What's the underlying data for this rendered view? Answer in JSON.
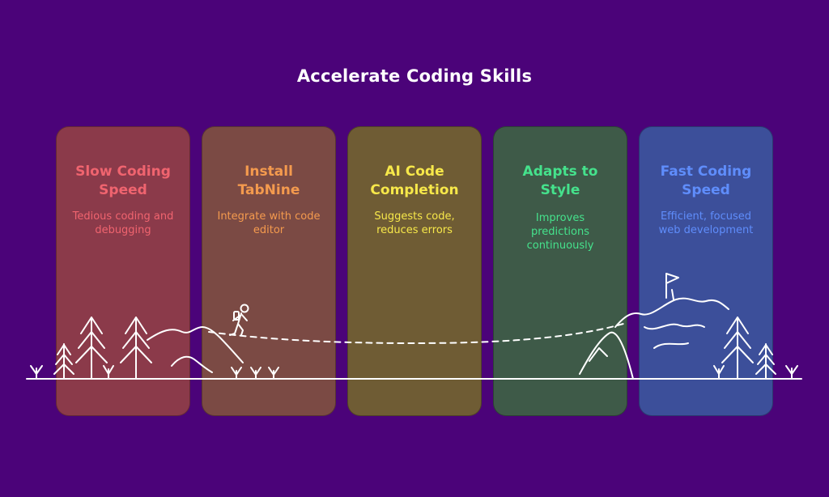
{
  "title": "Accelerate Coding Skills",
  "stages": [
    {
      "heading_lines": [
        "Slow Coding",
        "Speed"
      ],
      "desc_lines": [
        "Tedious coding and",
        "debugging"
      ],
      "bg": "#8b3a4a",
      "text_color": "#f0646f"
    },
    {
      "heading_lines": [
        "Install",
        "TabNine"
      ],
      "desc_lines": [
        "Integrate with code",
        "editor"
      ],
      "bg": "#7b4a44",
      "text_color": "#f49a4e"
    },
    {
      "heading_lines": [
        "AI Code",
        "Completion"
      ],
      "desc_lines": [
        "Suggests code,",
        "reduces errors"
      ],
      "bg": "#6f5c34",
      "text_color": "#f7e84a"
    },
    {
      "heading_lines": [
        "Adapts to",
        "Style"
      ],
      "desc_lines": [
        "Improves",
        "predictions",
        "continuously"
      ],
      "bg": "#3e5a48",
      "text_color": "#45e28c"
    },
    {
      "heading_lines": [
        "Fast Coding",
        "Speed"
      ],
      "desc_lines": [
        "Efficient, focused",
        "web development"
      ],
      "bg": "#3c4f9a",
      "text_color": "#5f8dfb"
    }
  ],
  "icons": {
    "trees": "pine-tree-icon",
    "hiker": "hiker-icon",
    "flag": "summit-flag-icon"
  }
}
